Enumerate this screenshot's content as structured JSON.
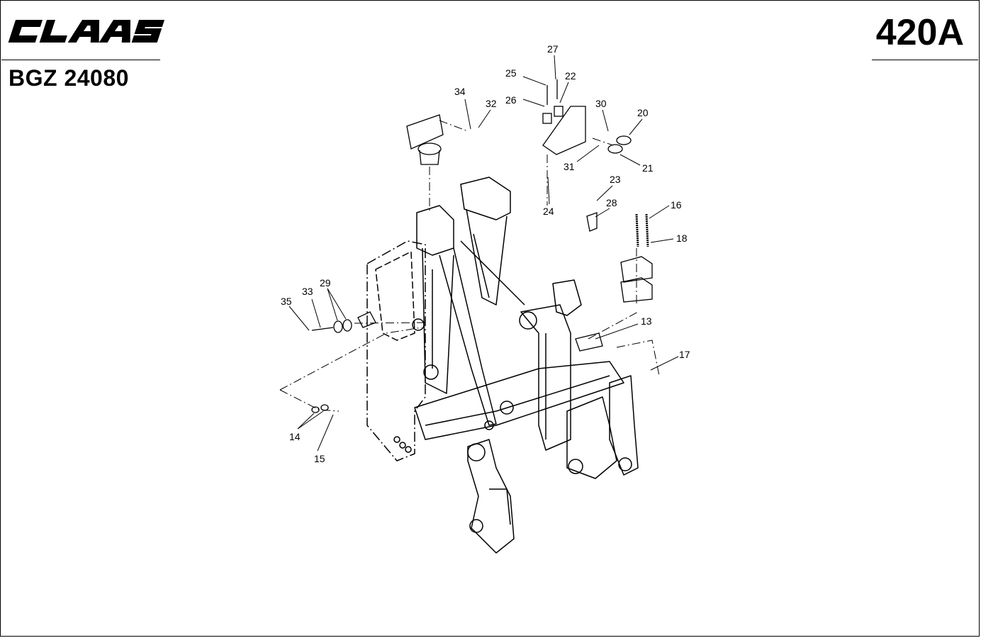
{
  "brand": {
    "logo_text": "CLAAS"
  },
  "document": {
    "number": "BGZ 24080",
    "page": "420A"
  },
  "callouts": [
    {
      "id": "c27",
      "label": "27"
    },
    {
      "id": "c25",
      "label": "25"
    },
    {
      "id": "c22",
      "label": "22"
    },
    {
      "id": "c26",
      "label": "26"
    },
    {
      "id": "c34",
      "label": "34"
    },
    {
      "id": "c32",
      "label": "32"
    },
    {
      "id": "c30",
      "label": "30"
    },
    {
      "id": "c20",
      "label": "20"
    },
    {
      "id": "c31",
      "label": "31"
    },
    {
      "id": "c21",
      "label": "21"
    },
    {
      "id": "c23",
      "label": "23"
    },
    {
      "id": "c24",
      "label": "24"
    },
    {
      "id": "c28",
      "label": "28"
    },
    {
      "id": "c16",
      "label": "16"
    },
    {
      "id": "c18",
      "label": "18"
    },
    {
      "id": "c29",
      "label": "29"
    },
    {
      "id": "c33",
      "label": "33"
    },
    {
      "id": "c35",
      "label": "35"
    },
    {
      "id": "c13",
      "label": "13"
    },
    {
      "id": "c17",
      "label": "17"
    },
    {
      "id": "c14",
      "label": "14"
    },
    {
      "id": "c15",
      "label": "15"
    }
  ]
}
